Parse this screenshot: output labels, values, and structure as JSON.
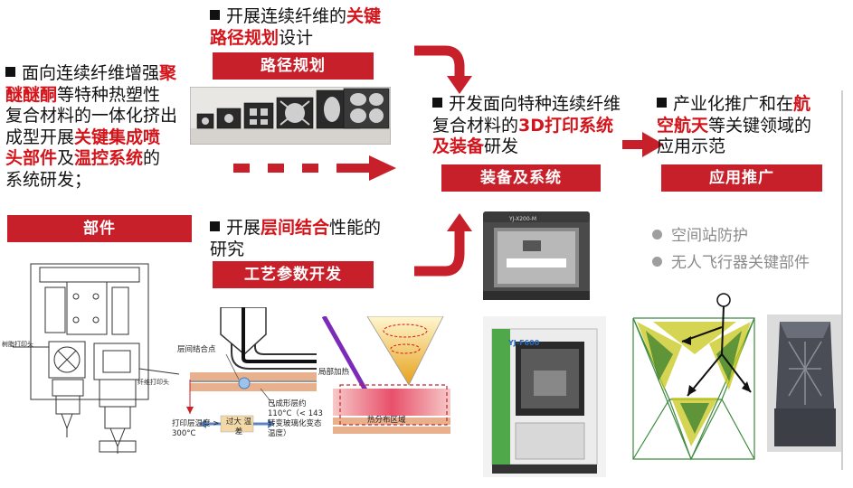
{
  "parts": {
    "intro": {
      "bullet": "■",
      "segments": [
        {
          "text": "面向连续纤维增强",
          "red": false
        },
        {
          "text": "聚醚醚酮",
          "red": true
        },
        {
          "text": "等特种热塑性复合材料的一体化挤出成型开展",
          "red": false
        },
        {
          "text": "关键集成喷头部件",
          "red": true
        },
        {
          "text": "及",
          "red": false
        },
        {
          "text": "温控系统",
          "red": true
        },
        {
          "text": "的系统研发；",
          "red": false
        }
      ]
    },
    "banner": "部件",
    "drawing_labels": {
      "left_head": "树脂打印头",
      "right_head": "纤维打印头"
    }
  },
  "path": {
    "segments": [
      {
        "text": "开展连续纤维的",
        "red": false
      },
      {
        "text": "关键路径规划",
        "red": true
      },
      {
        "text": "设计",
        "red": false
      }
    ],
    "banner": "路径规划"
  },
  "process": {
    "segments": [
      {
        "text": "开展",
        "red": false
      },
      {
        "text": "层间结合",
        "red": true
      },
      {
        "text": "性能的研究",
        "red": false
      }
    ],
    "banner": "工艺参数开发",
    "diagram_labels": {
      "bond_point": "层间结合点",
      "layer_temp": "打印层温度 > 300°C",
      "temp_diff": "过大 温差",
      "formed_layer": "已成形层约 110°C（< 143转变玻璃化变态温度）",
      "local_heat": "局部加热",
      "heat_zone": "热分布区域"
    }
  },
  "equipment": {
    "segments": [
      {
        "text": "开发面向特种连续纤维复合材料的",
        "red": false
      },
      {
        "text": "3D打印系统及装备",
        "red": true
      },
      {
        "text": "研发",
        "red": false
      }
    ],
    "banner": "装备及系统",
    "printer1_label": "YJ-X200-M",
    "printer2_label": "YJ-F600"
  },
  "application": {
    "segments": [
      {
        "text": "产业化推广和在",
        "red": false
      },
      {
        "text": "航空航天",
        "red": true
      },
      {
        "text": "等关键领域的应用示范",
        "red": false
      }
    ],
    "banner": "应用推广",
    "items": [
      "空间站防护",
      "无人飞行器关键部件"
    ]
  },
  "colors": {
    "accent_red": "#c8202a",
    "text_red": "#d4141b",
    "gray_text": "#8a8a8a"
  }
}
